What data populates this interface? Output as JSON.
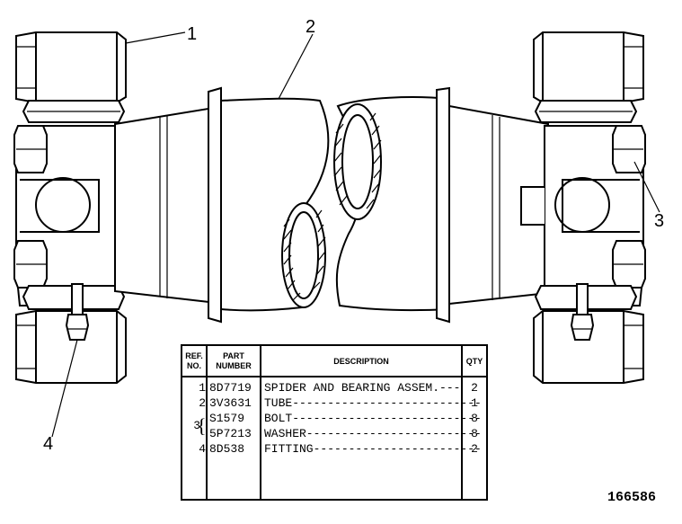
{
  "callouts": [
    "1",
    "2",
    "3",
    "4"
  ],
  "drawing_number": "166586",
  "parts_table": {
    "headers": {
      "ref": "REF.\nNO.",
      "part": "PART\nNUMBER",
      "description": "DESCRIPTION",
      "qty": "QTY"
    },
    "rows": [
      {
        "ref": "1",
        "part": "8D7719",
        "description": "SPIDER AND BEARING ASSEM.---",
        "qty": "2"
      },
      {
        "ref": "2",
        "part": "3V3631",
        "description": "TUBE---------------------------",
        "qty": "1"
      },
      {
        "ref": "3",
        "part": "S1579",
        "description": "BOLT---------------------------",
        "qty": "8"
      },
      {
        "ref": "",
        "part": "5P7213",
        "description": "WASHER-------------------------",
        "qty": "8"
      },
      {
        "ref": "4",
        "part": "8D538",
        "description": "FITTING------------------------",
        "qty": "2"
      }
    ]
  }
}
